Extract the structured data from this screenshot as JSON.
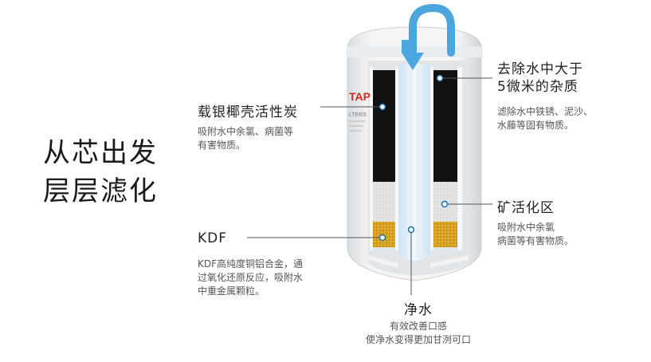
{
  "slogan": {
    "line1": "从芯出发",
    "line2": "层层滤化"
  },
  "brand_mark": {
    "text": "TAP",
    "sub": "LTERS"
  },
  "labels": {
    "carbon": {
      "title": "载银椰壳活性炭",
      "desc_line1": "吸附水中余氯、病菌等",
      "desc_line2": "有害物质。"
    },
    "kdf": {
      "title": "KDF",
      "desc_line1": "KDF高纯度铜铝合金，通",
      "desc_line2": "过氧化还原反应，吸附水",
      "desc_line3": "中重金属颗粒。"
    },
    "remove": {
      "title_line1": "去除水中大于",
      "title_line2": "5微米的杂质",
      "desc_line1": "滤除水中铁锈、泥沙、",
      "desc_line2": "水藤等固有物质。"
    },
    "mineral": {
      "title": "矿活化区",
      "desc_line1": "吸附水中余氯",
      "desc_line2": "病菌等有害物质。"
    },
    "clean": {
      "title": "净水",
      "desc_line1": "有效改善口感",
      "desc_line2": "使净水变得更加甘洌可口"
    }
  },
  "colors": {
    "arrow": "#4aa6dc",
    "carbon": "#111111",
    "kdf": "#d9a31f",
    "callout_line": "#555555"
  }
}
